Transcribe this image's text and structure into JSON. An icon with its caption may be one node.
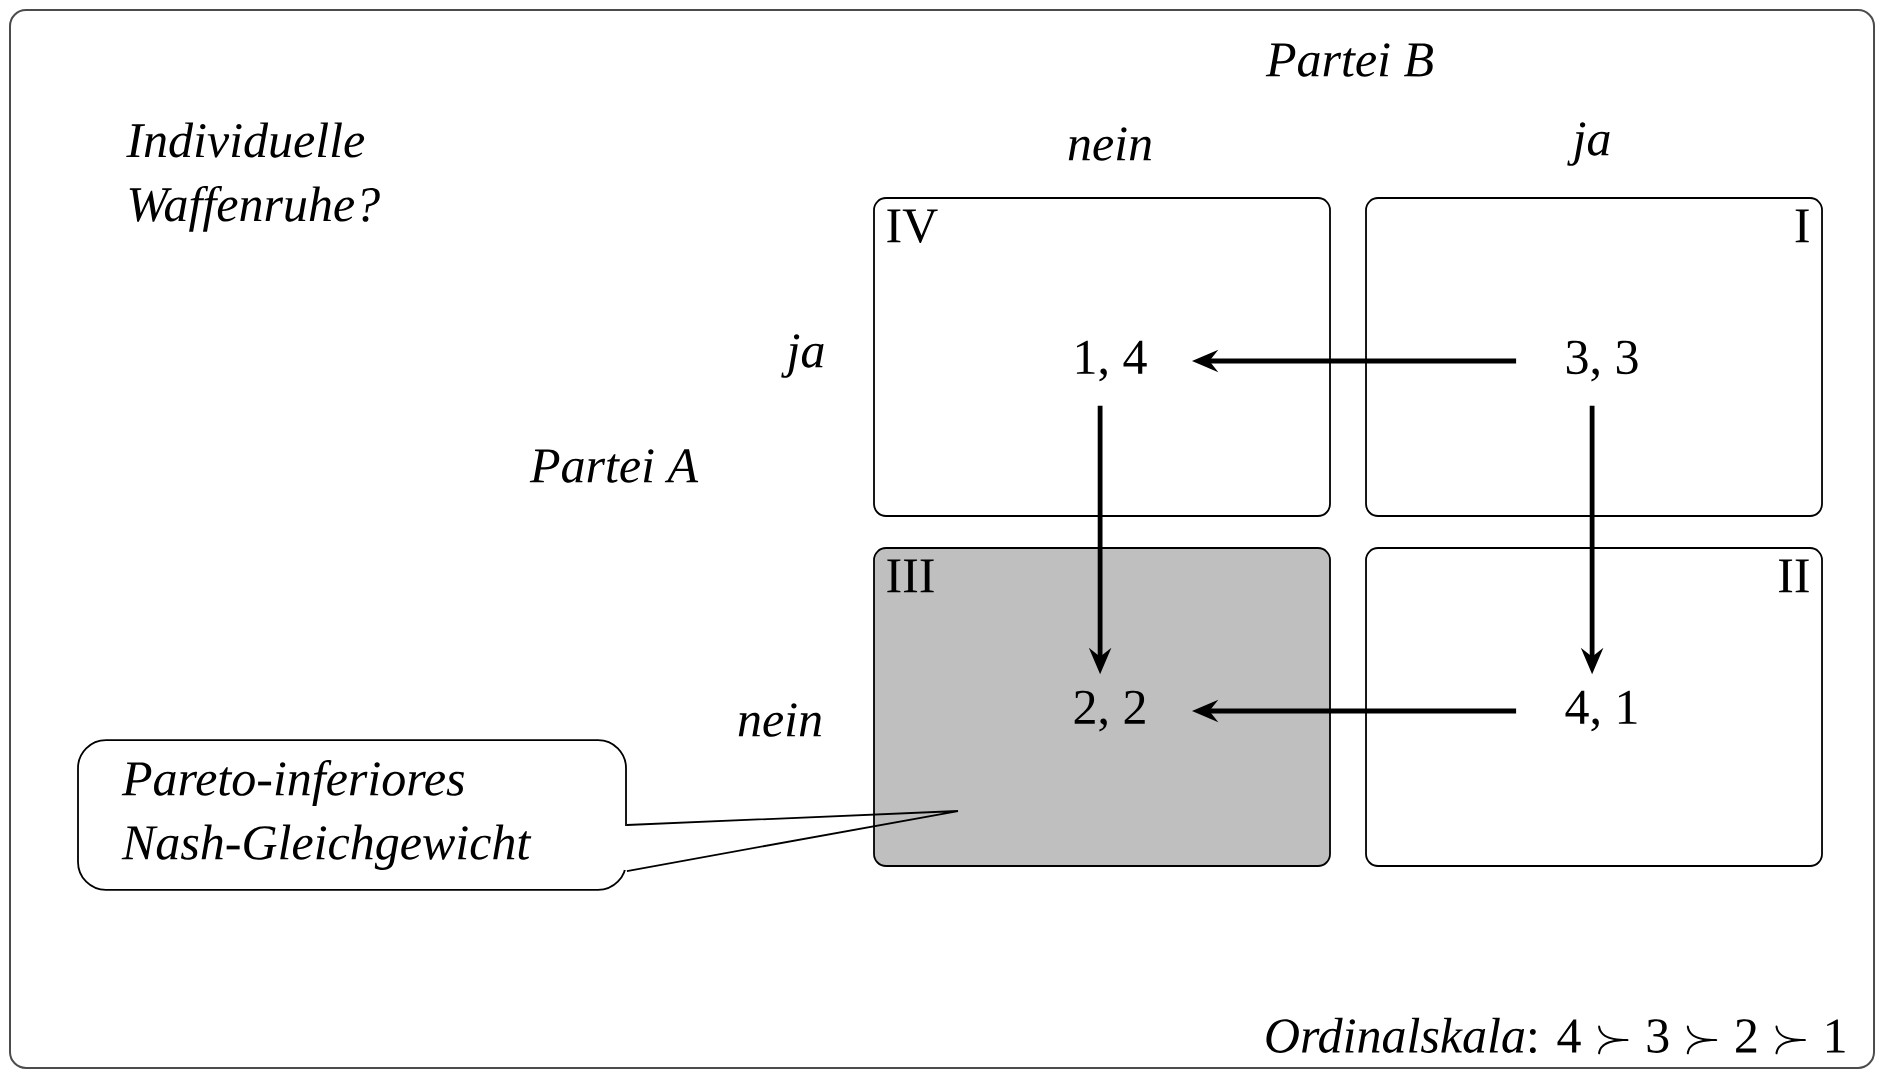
{
  "diagram": {
    "nodes": [
      {
        "text": [
          "IV",
          "1, 4"
        ]
      },
      {
        "text": [
          "I",
          "3, 3"
        ]
      },
      {
        "text": [
          "III",
          "2, 2"
        ]
      },
      {
        "text": [
          "II",
          "4, 1"
        ]
      },
      {
        "text": [
          "Pareto-inferiores Nash-Gleichgewicht"
        ]
      }
    ],
    "edges": [
      {
        "from": 1,
        "to": 0,
        "arrow": "to"
      },
      {
        "from": 1,
        "to": 3,
        "arrow": "to"
      },
      {
        "from": 0,
        "to": 2,
        "arrow": "to"
      },
      {
        "from": 3,
        "to": 2,
        "arrow": "to"
      },
      {
        "from": 4,
        "to": 2,
        "arrow": "none"
      }
    ],
    "labels": [
      "Partei B",
      "nein",
      "ja",
      "Individuelle Waffenruhe?",
      "ja",
      "Partei A",
      "nein",
      "*Ordinalskala*: 4 ≻ 3 ≻ 2 ≻ 1"
    ]
  }
}
